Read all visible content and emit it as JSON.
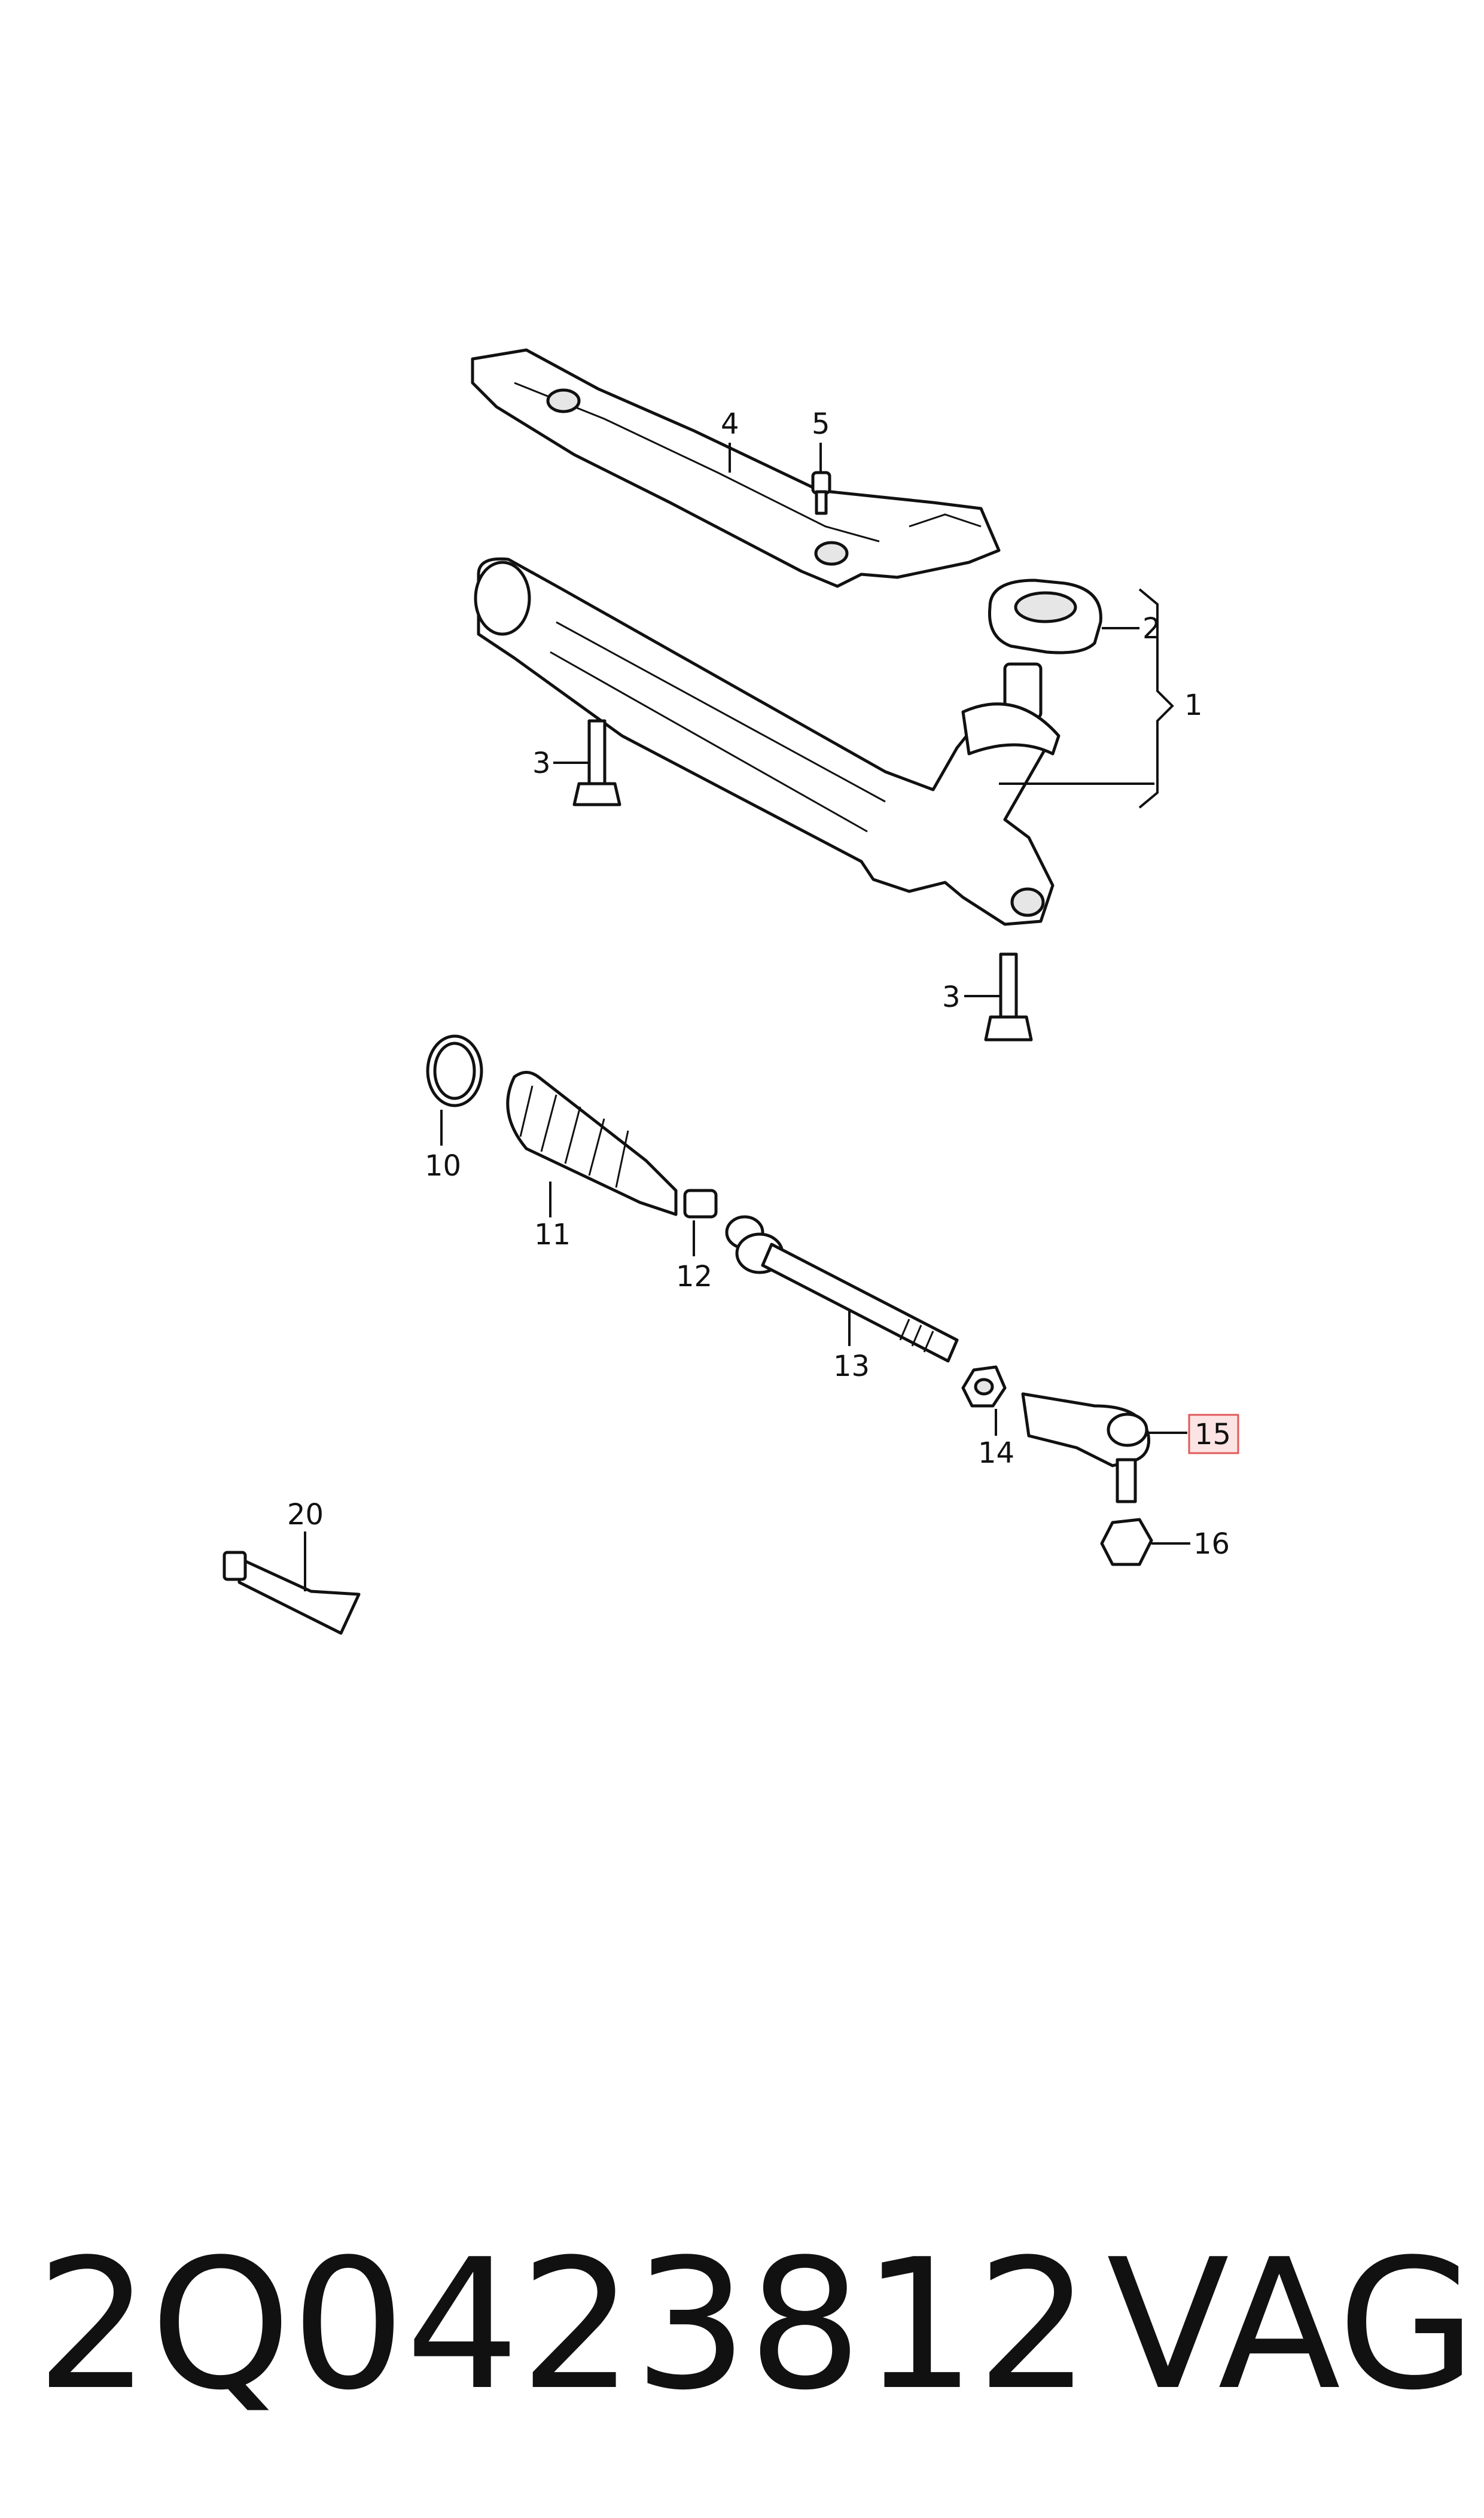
{
  "diagram": {
    "callouts": {
      "c1": "1",
      "c2": "2",
      "c3a": "3",
      "c3b": "3",
      "c4": "4",
      "c5": "5",
      "c10": "10",
      "c11": "11",
      "c12": "12",
      "c13": "13",
      "c14": "14",
      "c15": "15",
      "c16": "16",
      "c20": "20"
    },
    "highlighted_part": "15",
    "colors": {
      "highlight_fill": "#fde4e4",
      "highlight_border": "#e05a5a",
      "line": "#111111"
    }
  },
  "footer": {
    "part_number": "2Q0423812",
    "brand": "VAG"
  }
}
